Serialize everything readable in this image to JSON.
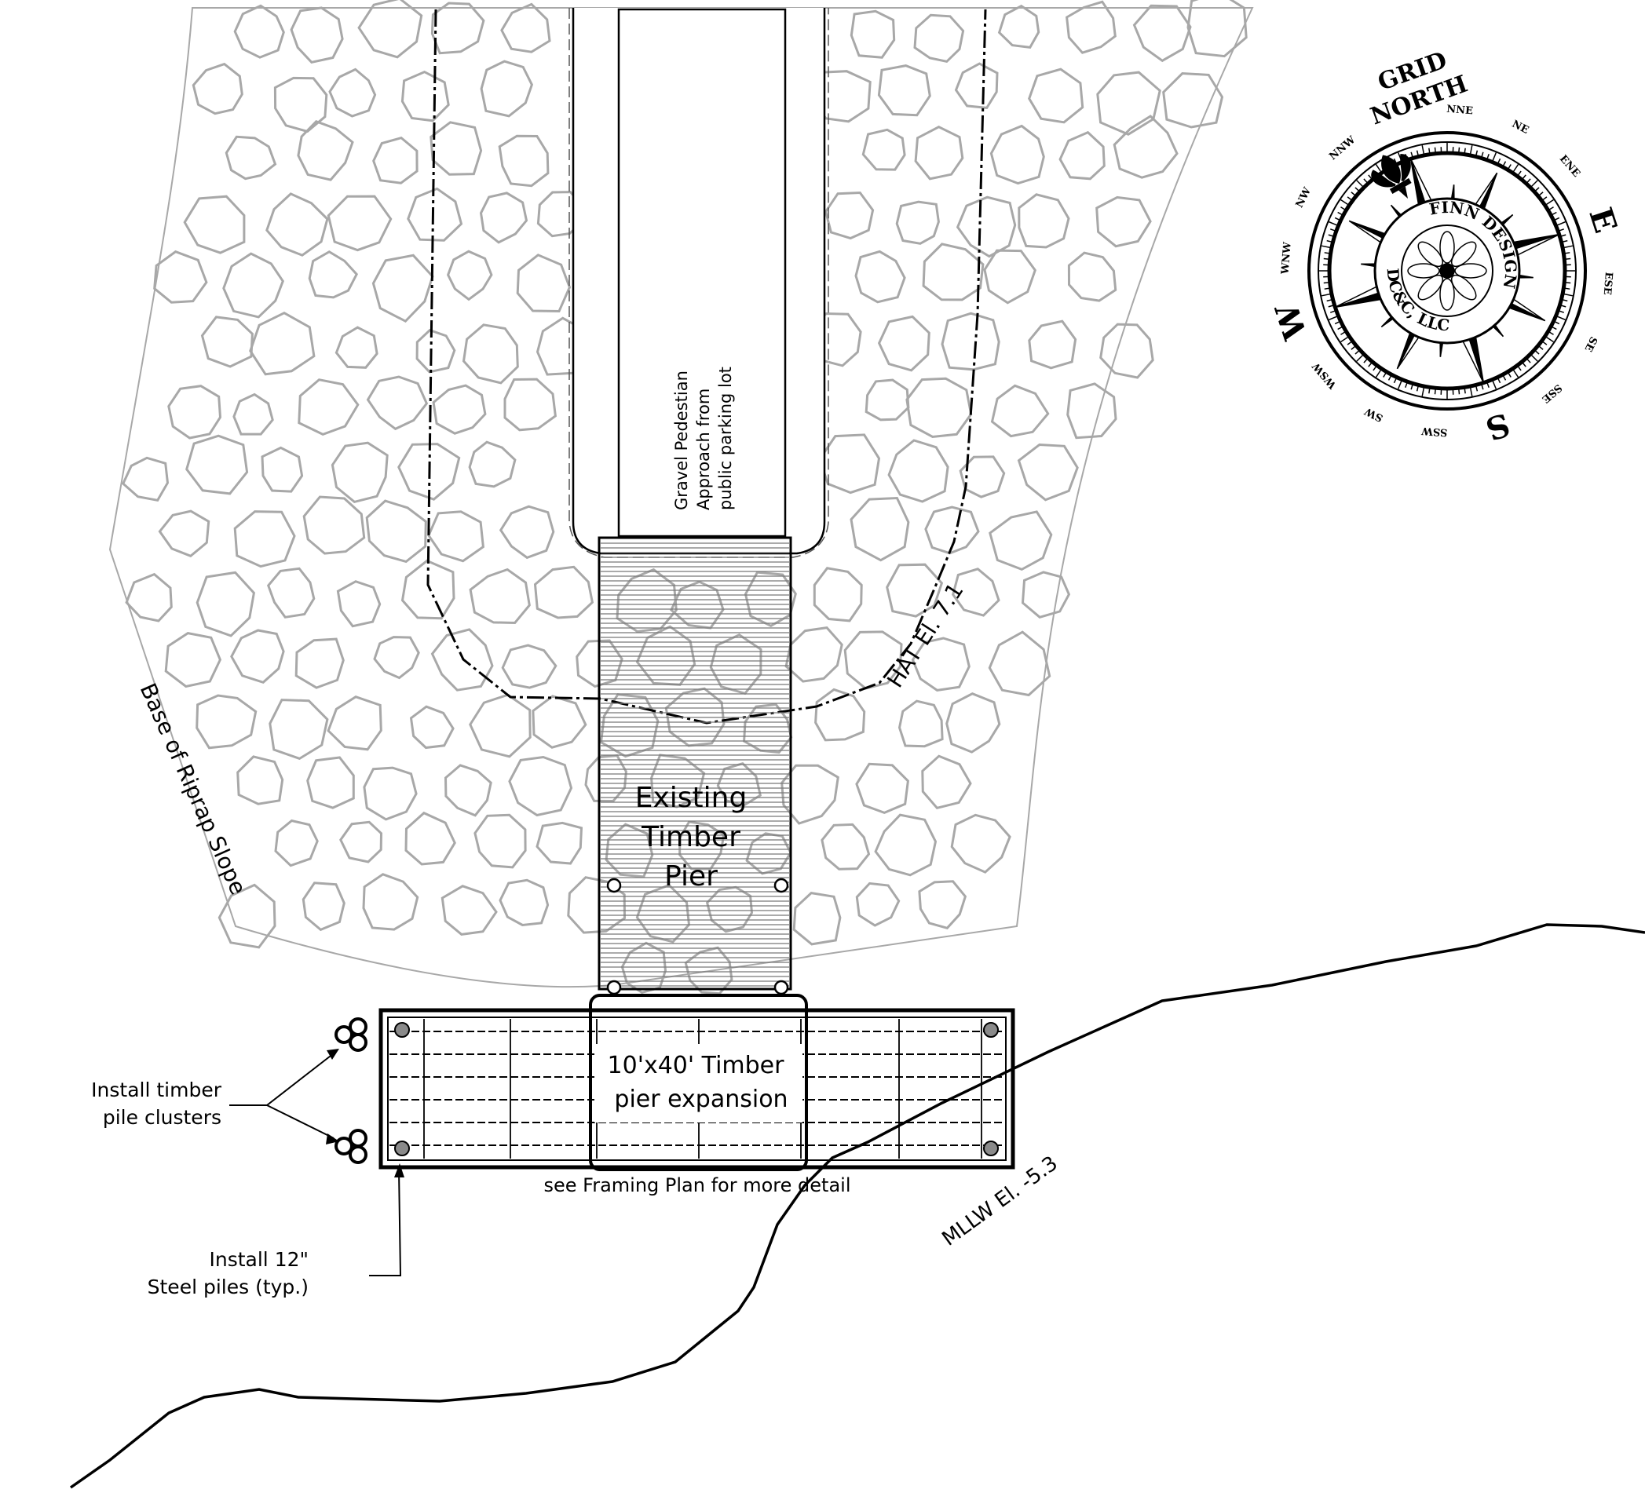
{
  "labels": {
    "approach_line1": "Gravel Pedestian",
    "approach_line2": "Approach from",
    "approach_line3": "public parking lot",
    "hat": "HAT El. 7.1",
    "riprap": "Base of Riprap Slope",
    "existing_line1": "Existing",
    "existing_line2": "Timber",
    "existing_line3": "Pier",
    "expansion_line1": "10'x40' Timber",
    "expansion_line2": "pier expansion",
    "framing_note": "see Framing Plan for more detail",
    "mllw": "MLLW El. -5.3",
    "timber_piles_line1": "Install timber",
    "timber_piles_line2": "pile clusters",
    "steel_piles_line1": "Install 12\"",
    "steel_piles_line2": "Steel piles (typ.)"
  },
  "compass": {
    "title_line1": "GRID",
    "title_line2": "NORTH",
    "logo_top": "FINN DESIGN",
    "logo_bottom": "DC&C, LLC",
    "points": [
      "NNE",
      "NE",
      "ENE",
      "E",
      "ESE",
      "SE",
      "SSE",
      "S",
      "SSW",
      "SW",
      "WSW",
      "W",
      "WNW",
      "NW",
      "NNW"
    ]
  },
  "colors": {
    "riprap": "#a8a8a8",
    "ink": "#000000",
    "deck": "#777777",
    "pile_fill": "#8a8a8a"
  }
}
